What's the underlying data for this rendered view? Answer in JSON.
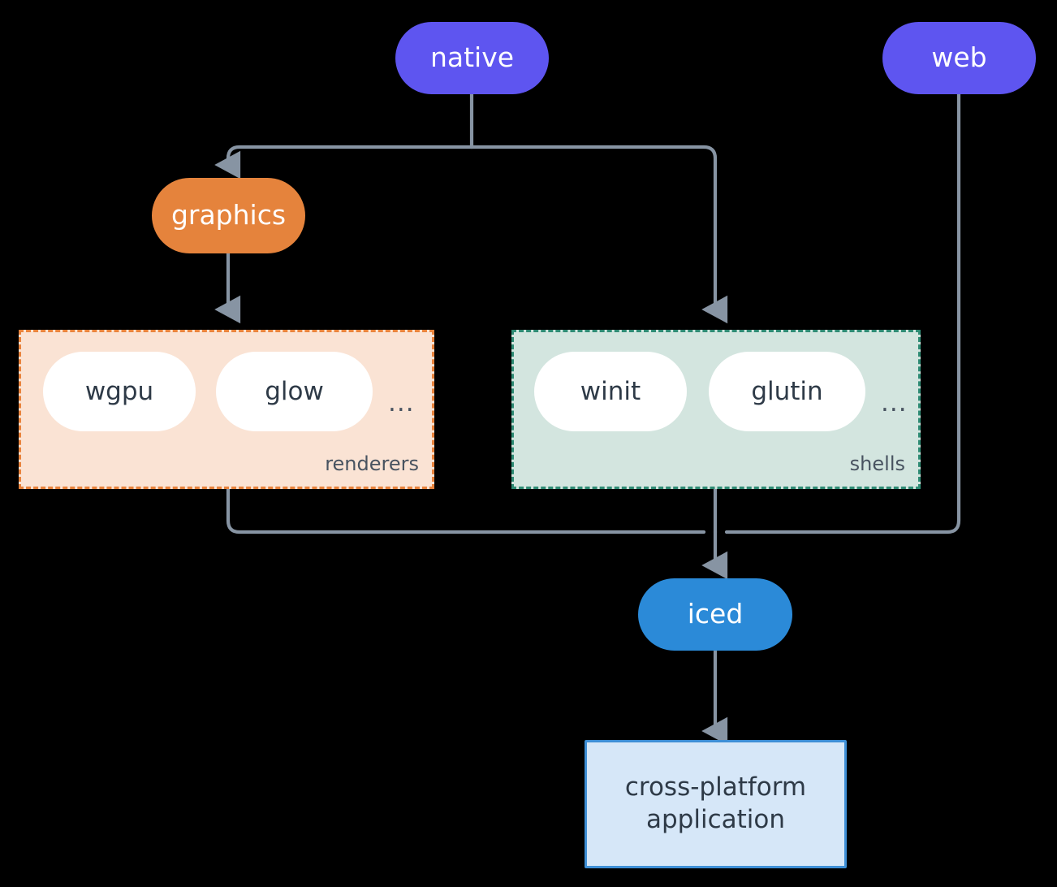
{
  "diagram": {
    "type": "flowchart",
    "direction": "top-to-bottom",
    "background_color": "#000000",
    "edge_color": "#8794A3"
  },
  "nodes": {
    "native": {
      "label": "native",
      "shape": "pill",
      "fill": "#5E55F0",
      "text_color": "#FFFFFF"
    },
    "web": {
      "label": "web",
      "shape": "pill",
      "fill": "#5E55F0",
      "text_color": "#FFFFFF"
    },
    "graphics": {
      "label": "graphics",
      "shape": "pill",
      "fill": "#E5833C",
      "text_color": "#FFFFFF"
    },
    "iced": {
      "label": "iced",
      "shape": "pill",
      "fill": "#2B8AD8",
      "text_color": "#FFFFFF"
    },
    "application": {
      "label_line1": "cross-platform",
      "label_line2": "application",
      "shape": "rectangle",
      "fill": "#D6E7F8",
      "border_color": "#3E8FD6",
      "text_color": "#2E3A47"
    }
  },
  "groups": {
    "renderers": {
      "label": "renderers",
      "fill": "#FAE3D4",
      "border_color": "#E8833C",
      "border_style": "dashed",
      "items": [
        {
          "label": "wgpu"
        },
        {
          "label": "glow"
        }
      ],
      "overflow": "..."
    },
    "shells": {
      "label": "shells",
      "fill": "#D3E5DF",
      "border_color": "#2E8B74",
      "border_style": "dashed",
      "items": [
        {
          "label": "winit"
        },
        {
          "label": "glutin"
        }
      ],
      "overflow": "..."
    }
  },
  "edges": [
    {
      "from": "native",
      "to": "graphics",
      "arrow": true
    },
    {
      "from": "native",
      "to": "shells",
      "arrow": true
    },
    {
      "from": "graphics",
      "to": "renderers",
      "arrow": true
    },
    {
      "from": "renderers",
      "to": "iced",
      "arrow": true
    },
    {
      "from": "shells",
      "to": "iced",
      "arrow": true
    },
    {
      "from": "web",
      "to": "iced",
      "arrow": true
    },
    {
      "from": "iced",
      "to": "application",
      "arrow": true
    }
  ]
}
